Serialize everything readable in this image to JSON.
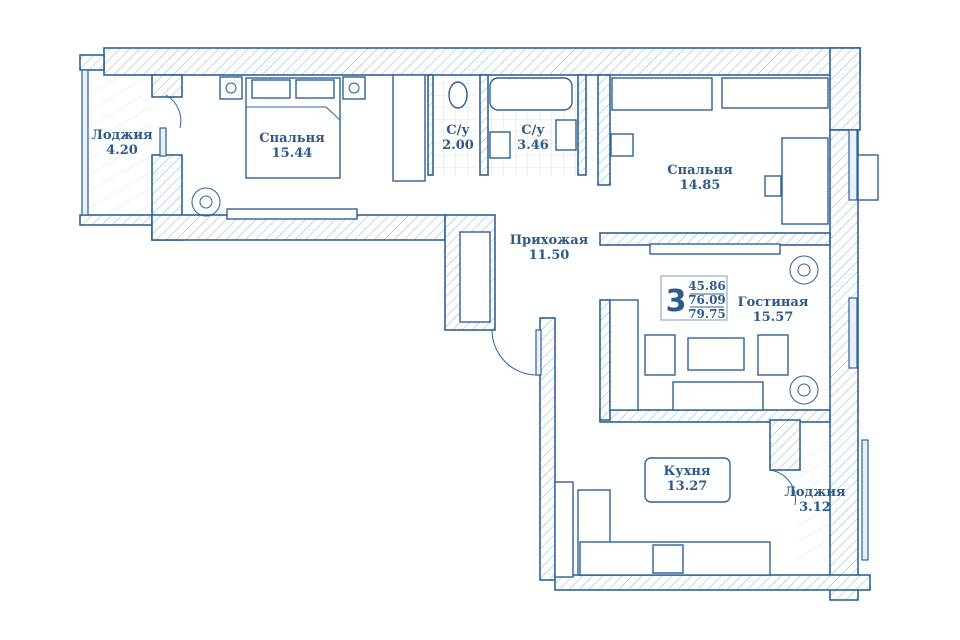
{
  "title": "3-room apartment floor plan",
  "accent_color": "#2f6296",
  "summary": {
    "rooms": "3",
    "living_area": "45.86",
    "total_area": "76.09",
    "total_area_with_loggias": "79.75"
  },
  "rooms": [
    {
      "name": "Лоджия",
      "area": "4.20"
    },
    {
      "name": "Спальня",
      "area": "15.44"
    },
    {
      "name": "С/у",
      "area": "2.00"
    },
    {
      "name": "С/у",
      "area": "3.46"
    },
    {
      "name": "Спальня",
      "area": "14.85"
    },
    {
      "name": "Прихожая",
      "area": "11.50"
    },
    {
      "name": "Гостиная",
      "area": "15.57"
    },
    {
      "name": "Кухня",
      "area": "13.27"
    },
    {
      "name": "Лоджия",
      "area": "3.12"
    }
  ]
}
